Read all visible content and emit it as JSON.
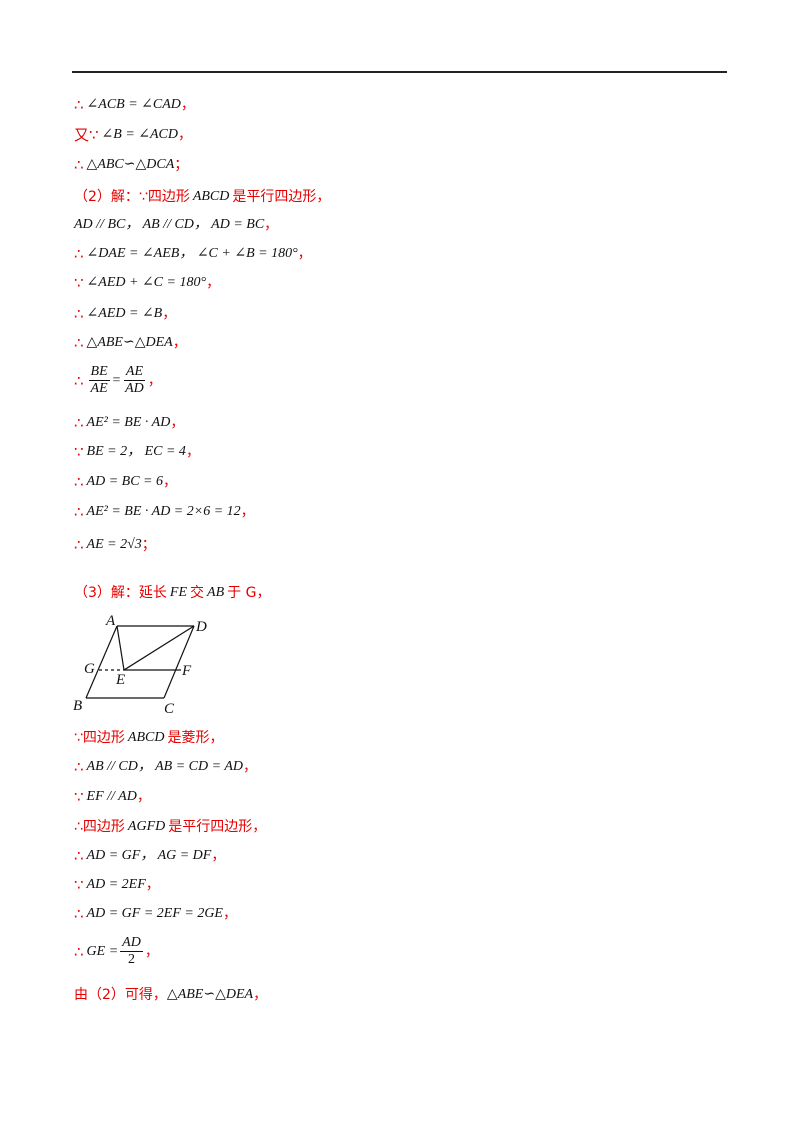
{
  "symbols": {
    "therefore": "∴",
    "because": "∵",
    "also": "又"
  },
  "lines": [
    {
      "id": "l1",
      "prefix": "∴",
      "expr": "∠ACB = ∠CAD",
      "punct": "，"
    },
    {
      "id": "l2",
      "prefix": "又∵",
      "expr": "∠B = ∠ACD",
      "punct": "，"
    },
    {
      "id": "l3",
      "prefix": "∴",
      "expr": "△ABC∽△DCA",
      "punct": "；"
    },
    {
      "id": "l4",
      "prefix": "（2）解：∵四边形",
      "expr": "ABCD",
      "suffix": "是平行四边形，"
    },
    {
      "id": "l5",
      "prefix": "",
      "expr": "AD // BC，  AB // CD，  AD = BC",
      "punct": "，"
    },
    {
      "id": "l6",
      "prefix": "∴",
      "expr": "∠DAE = ∠AEB，  ∠C + ∠B = 180°",
      "punct": "，"
    },
    {
      "id": "l7",
      "prefix": "∵",
      "expr": "∠AED + ∠C = 180°",
      "punct": "，"
    },
    {
      "id": "l8",
      "prefix": "∴",
      "expr": "∠AED = ∠B",
      "punct": "，"
    },
    {
      "id": "l9",
      "prefix": "∴",
      "expr": "△ABE∽△DEA",
      "punct": "，"
    },
    {
      "id": "l10",
      "prefix": "∴",
      "frac1": {
        "num": "BE",
        "den": "AE"
      },
      "eq": "=",
      "frac2": {
        "num": "AE",
        "den": "AD"
      },
      "punct": "，"
    },
    {
      "id": "l11",
      "prefix": "∴",
      "expr": "AE² = BE · AD",
      "punct": "，"
    },
    {
      "id": "l12",
      "prefix": "∵",
      "expr": "BE = 2，  EC = 4",
      "punct": "，"
    },
    {
      "id": "l13",
      "prefix": "∴",
      "expr": "AD = BC = 6",
      "punct": "，"
    },
    {
      "id": "l14",
      "prefix": "∴",
      "expr": "AE² = BE · AD = 2×6 = 12",
      "punct": "，"
    },
    {
      "id": "l15",
      "prefix": "∴",
      "expr": "AE = 2√3",
      "punct": "；"
    },
    {
      "id": "l16",
      "prefix": "（3）解：延长",
      "expr": "FE",
      "mid": "交",
      "expr2": "AB",
      "suffix": "于 G，"
    },
    {
      "id": "l17",
      "prefix": "∵四边形",
      "expr": "ABCD",
      "suffix": "是菱形，"
    },
    {
      "id": "l18",
      "prefix": "∴",
      "expr": "AB // CD，  AB = CD = AD",
      "punct": "，"
    },
    {
      "id": "l19",
      "prefix": "∵",
      "expr": "EF // AD",
      "punct": "，"
    },
    {
      "id": "l20",
      "prefix": "∴四边形",
      "expr": "AGFD",
      "suffix": "是平行四边形，"
    },
    {
      "id": "l21",
      "prefix": "∴",
      "expr": "AD = GF，  AG = DF",
      "punct": "，"
    },
    {
      "id": "l22",
      "prefix": "∵",
      "expr": "AD = 2EF",
      "punct": "，"
    },
    {
      "id": "l23",
      "prefix": "∴",
      "expr": "AD = GF = 2EF = 2GE",
      "punct": "，"
    },
    {
      "id": "l24",
      "prefix": "∴",
      "expr": "GE =",
      "frac1": {
        "num": "AD",
        "den": "2"
      },
      "punct": "，"
    },
    {
      "id": "l25",
      "prefix": "由（2）可得，",
      "expr": "△ABE∽△DEA",
      "punct": "，"
    }
  ],
  "figure": {
    "labels": {
      "A": "A",
      "B": "B",
      "C": "C",
      "D": "D",
      "E": "E",
      "F": "F",
      "G": "G"
    }
  }
}
